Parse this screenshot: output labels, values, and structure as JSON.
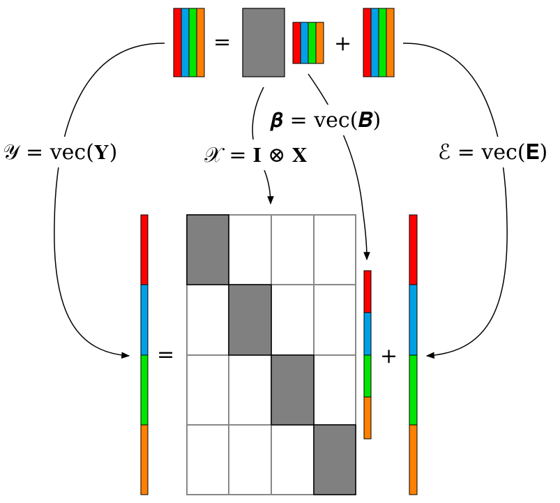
{
  "colors": {
    "red": "#ff0000",
    "blue": "#00a0e6",
    "green": "#00e600",
    "orange": "#ff8000",
    "gray": "#808080",
    "grid": "#888888",
    "black": "#000000"
  },
  "top_equation": {
    "equals": "=",
    "plus": "+"
  },
  "bottom_equation": {
    "equals": "=",
    "plus": "+"
  },
  "labels": {
    "y_label": "𝒴 = vec(𝐘)",
    "beta_label": "𝜷 = vec(𝑩)",
    "x_label": "𝒳 = 𝐈 ⊗ 𝐗",
    "e_label": "ℰ = vec(𝐄)"
  }
}
